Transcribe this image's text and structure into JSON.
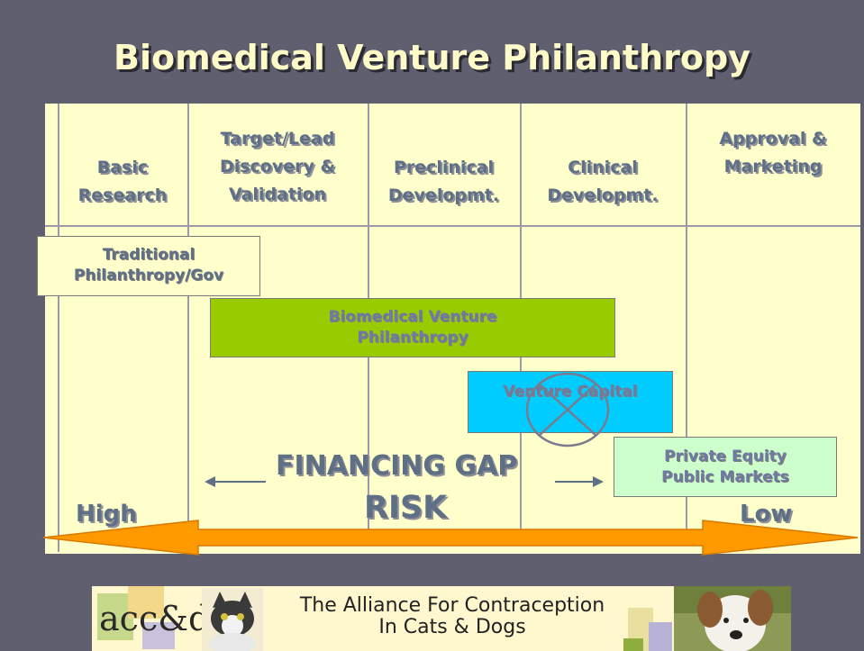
{
  "title": "Biomedical Venture Philanthropy",
  "stages": [
    "Basic Research",
    "Target/Lead Discovery & Validation",
    "Preclinical Developmt.",
    "Clinical Developmt.",
    "Approval & Marketing"
  ],
  "funding": {
    "traditional": "Traditional Philanthropy/Gov",
    "bvp": "Biomedical Venture Philanthropy",
    "venture_capital": "Venture Capital",
    "private_equity": "Private Equity Public Markets"
  },
  "gap_label": "FINANCING GAP",
  "risk": {
    "label": "RISK",
    "high": "High",
    "low": "Low"
  },
  "banner": {
    "logo_text": "acc&d",
    "tagline_line1": "The Alliance For Contraception",
    "tagline_line2": "In Cats & Dogs"
  },
  "colors": {
    "background": "#5f5f70",
    "grid": "#ffffcc",
    "bvp": "#99cc00",
    "venture_capital": "#00ccff",
    "private_equity": "#ccffcc",
    "arrow": "#ff9900"
  }
}
